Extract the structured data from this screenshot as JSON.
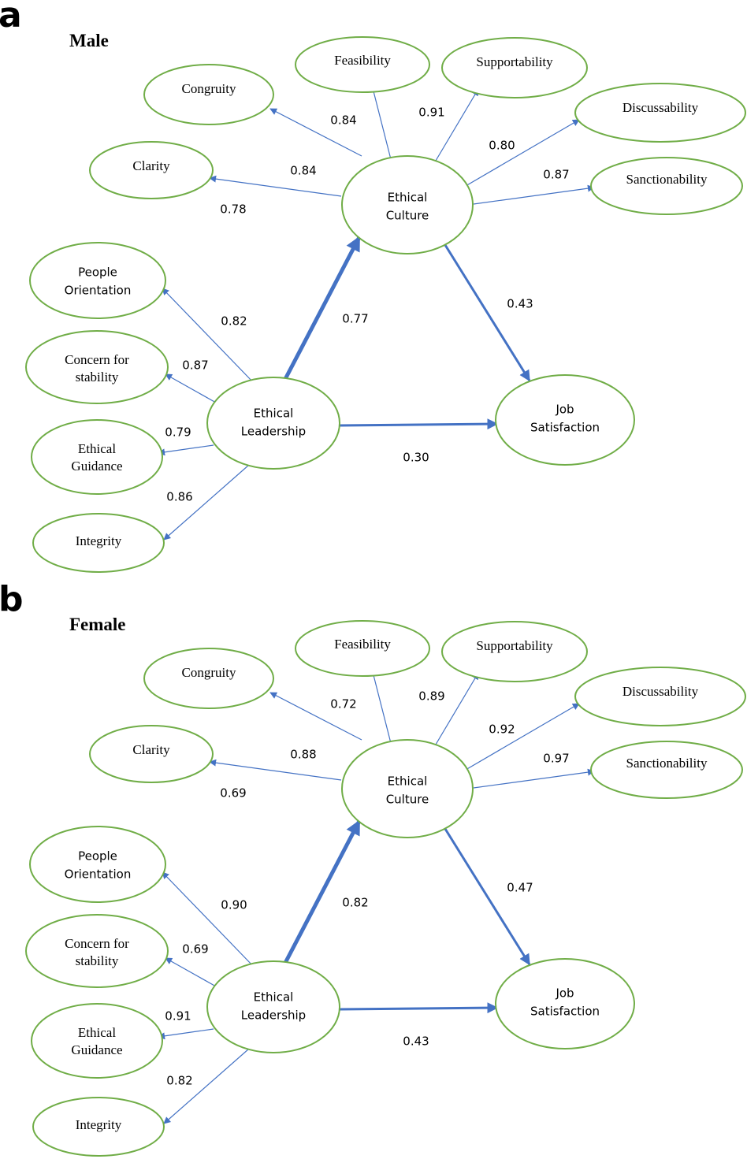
{
  "palette": {
    "node_outline": "#70ad47",
    "arrow": "#4472c4",
    "text": "#000000"
  },
  "panels": [
    {
      "letter": "a",
      "title": "Male",
      "nodes": {
        "congruity": [
          "Congruity"
        ],
        "feasibility": [
          "Feasibility"
        ],
        "supportability": [
          "Supportability"
        ],
        "discussability": [
          "Discussability"
        ],
        "clarity": [
          "Clarity"
        ],
        "sanctionability": [
          "Sanctionability"
        ],
        "ethical_culture": [
          "Ethical",
          "Culture"
        ],
        "people_orientation": [
          "People",
          "Orientation"
        ],
        "concern_for_stability": [
          "Concern for",
          "stability"
        ],
        "ethical_leadership": [
          "Ethical",
          "Leadership"
        ],
        "ethical_guidance": [
          "Ethical",
          "Guidance"
        ],
        "integrity": [
          "Integrity"
        ],
        "job_satisfaction": [
          "Job",
          "Satisfaction"
        ]
      },
      "coefficients": {
        "ec_to_congruity": "0.84",
        "ec_to_feasibility": "0.84",
        "ec_to_supportability": "0.91",
        "ec_to_discussability": "0.80",
        "ec_to_sanctionability": "0.87",
        "ec_to_clarity": "0.78",
        "el_to_people_orientation": "0.82",
        "el_to_concern_for_stability": "0.87",
        "el_to_ethical_guidance": "0.79",
        "el_to_integrity": "0.86",
        "el_to_ethical_culture": "0.77",
        "ec_to_job_satisfaction": "0.43",
        "el_to_job_satisfaction": "0.30"
      }
    },
    {
      "letter": "b",
      "title": "Female",
      "nodes": {
        "congruity": [
          "Congruity"
        ],
        "feasibility": [
          "Feasibility"
        ],
        "supportability": [
          "Supportability"
        ],
        "discussability": [
          "Discussability"
        ],
        "clarity": [
          "Clarity"
        ],
        "sanctionability": [
          "Sanctionability"
        ],
        "ethical_culture": [
          "Ethical",
          "Culture"
        ],
        "people_orientation": [
          "People",
          "Orientation"
        ],
        "concern_for_stability": [
          "Concern for",
          "stability"
        ],
        "ethical_leadership": [
          "Ethical",
          "Leadership"
        ],
        "ethical_guidance": [
          "Ethical",
          "Guidance"
        ],
        "integrity": [
          "Integrity"
        ],
        "job_satisfaction": [
          "Job",
          "Satisfaction"
        ]
      },
      "coefficients": {
        "ec_to_congruity": "0.72",
        "ec_to_feasibility": "0.88",
        "ec_to_supportability": "0.89",
        "ec_to_discussability": "0.92",
        "ec_to_sanctionability": "0.97",
        "ec_to_clarity": "0.69",
        "el_to_people_orientation": "0.90",
        "el_to_concern_for_stability": "0.69",
        "el_to_ethical_guidance": "0.91",
        "el_to_integrity": "0.82",
        "el_to_ethical_culture": "0.82",
        "ec_to_job_satisfaction": "0.47",
        "el_to_job_satisfaction": "0.43"
      }
    }
  ]
}
